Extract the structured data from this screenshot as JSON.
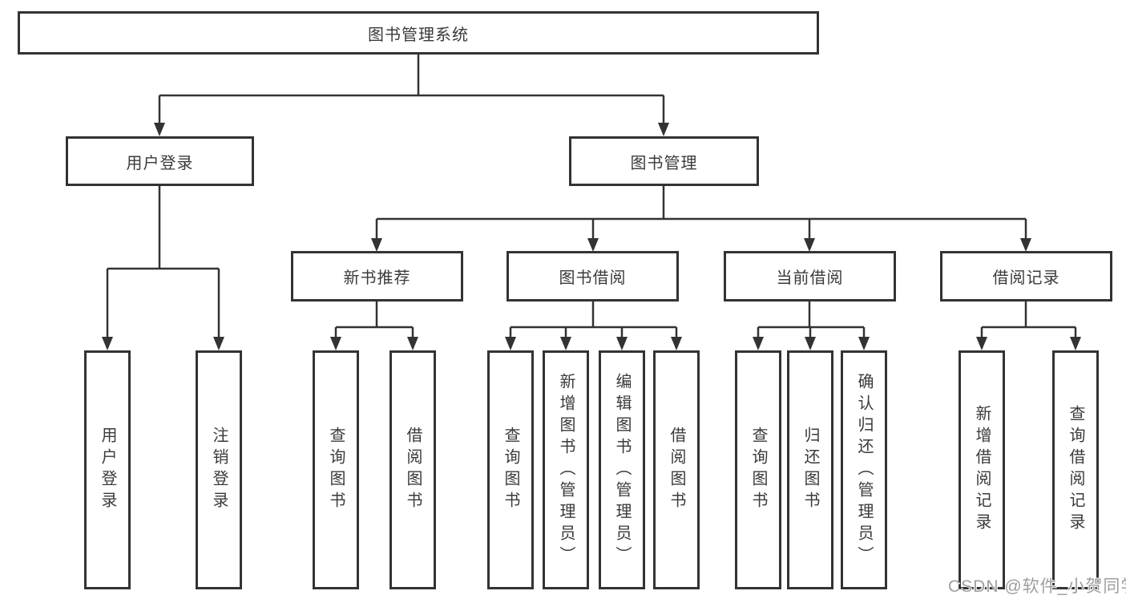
{
  "nodes": {
    "root": "图书管理系统",
    "level2": [
      "用户登录",
      "图书管理"
    ],
    "level3": [
      "新书推荐",
      "图书借阅",
      "当前借阅",
      "借阅记录"
    ],
    "leaves": {
      "login": [
        "用户登录",
        "注销登录"
      ],
      "recommend": [
        "查询图书",
        "借阅图书"
      ],
      "borrow": [
        "查询图书",
        "新增图书（管理员）",
        "编辑图书（管理员）",
        "借阅图书"
      ],
      "current": [
        "查询图书",
        "归还图书",
        "确认归还（管理员）"
      ],
      "records": [
        "新增借阅记录",
        "查询借阅记录"
      ]
    }
  },
  "watermark": "CSDN @软件_小贺同学",
  "colors": {
    "background": "#ffffff",
    "line": "#333333",
    "text": "#3a3a3a",
    "watermark": "#9e9e9e"
  }
}
